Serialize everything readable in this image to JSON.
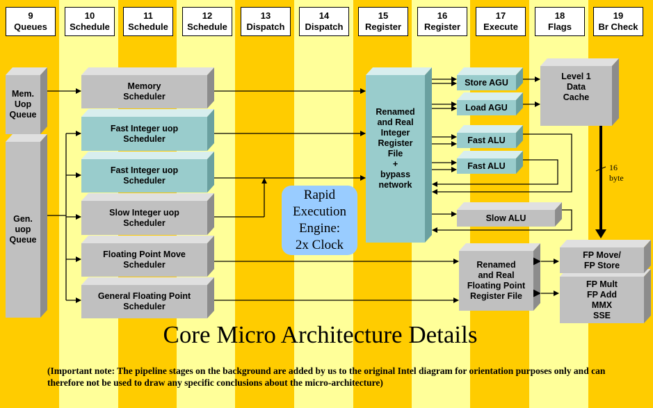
{
  "stages": [
    {
      "num": "9",
      "name": "Queues"
    },
    {
      "num": "10",
      "name": "Schedule"
    },
    {
      "num": "11",
      "name": "Schedule"
    },
    {
      "num": "12",
      "name": "Schedule"
    },
    {
      "num": "13",
      "name": "Dispatch"
    },
    {
      "num": "14",
      "name": "Dispatch"
    },
    {
      "num": "15",
      "name": "Register"
    },
    {
      "num": "16",
      "name": "Register"
    },
    {
      "num": "17",
      "name": "Execute"
    },
    {
      "num": "18",
      "name": "Flags"
    },
    {
      "num": "19",
      "name": "Br Check"
    }
  ],
  "queues": {
    "mem": [
      "Mem.",
      "Uop",
      "Queue"
    ],
    "gen": [
      "Gen.",
      "uop",
      "Queue"
    ]
  },
  "schedulers": {
    "memory": [
      "Memory",
      "Scheduler"
    ],
    "fast_int_1": [
      "Fast Integer uop",
      "Scheduler"
    ],
    "fast_int_2": [
      "Fast Integer uop",
      "Scheduler"
    ],
    "slow_int": [
      "Slow Integer uop",
      "Scheduler"
    ],
    "fp_move": [
      "Floating Point Move",
      "Scheduler"
    ],
    "gen_fp": [
      "General Floating Point",
      "Scheduler"
    ]
  },
  "int_regfile": [
    "Renamed",
    "and Real",
    "Integer",
    "Register",
    "File",
    "+",
    "bypass",
    "network"
  ],
  "fp_regfile": [
    "Renamed",
    "and Real",
    "Floating Point",
    "Register File"
  ],
  "units": {
    "store_agu": "Store AGU",
    "load_agu": "Load AGU",
    "fast_alu_1": "Fast ALU",
    "fast_alu_2": "Fast ALU",
    "slow_alu": "Slow ALU"
  },
  "cache": [
    "Level 1",
    "Data",
    "Cache"
  ],
  "fp_store": [
    "FP Move/",
    "FP Store"
  ],
  "fp_exec": [
    "FP Mult",
    "FP Add",
    "MMX",
    "SSE"
  ],
  "bus_width": [
    "16",
    "byte"
  ],
  "rapid": [
    "Rapid",
    "Execution",
    "Engine:",
    "2x Clock"
  ],
  "title": "Core Micro Architecture Details",
  "note": "(Important note:  The pipeline stages on the background are added by us to the original Intel diagram for orientation purposes only and can therefore not be used to draw any specific conclusions about the micro-architecture)",
  "colors": {
    "stripe_dark": "#ffcc00",
    "stripe_light": "#ffff99",
    "box_gray": "#c0c0c0",
    "box_teal": "#99cccc",
    "rapid_blue": "#99ccff"
  }
}
